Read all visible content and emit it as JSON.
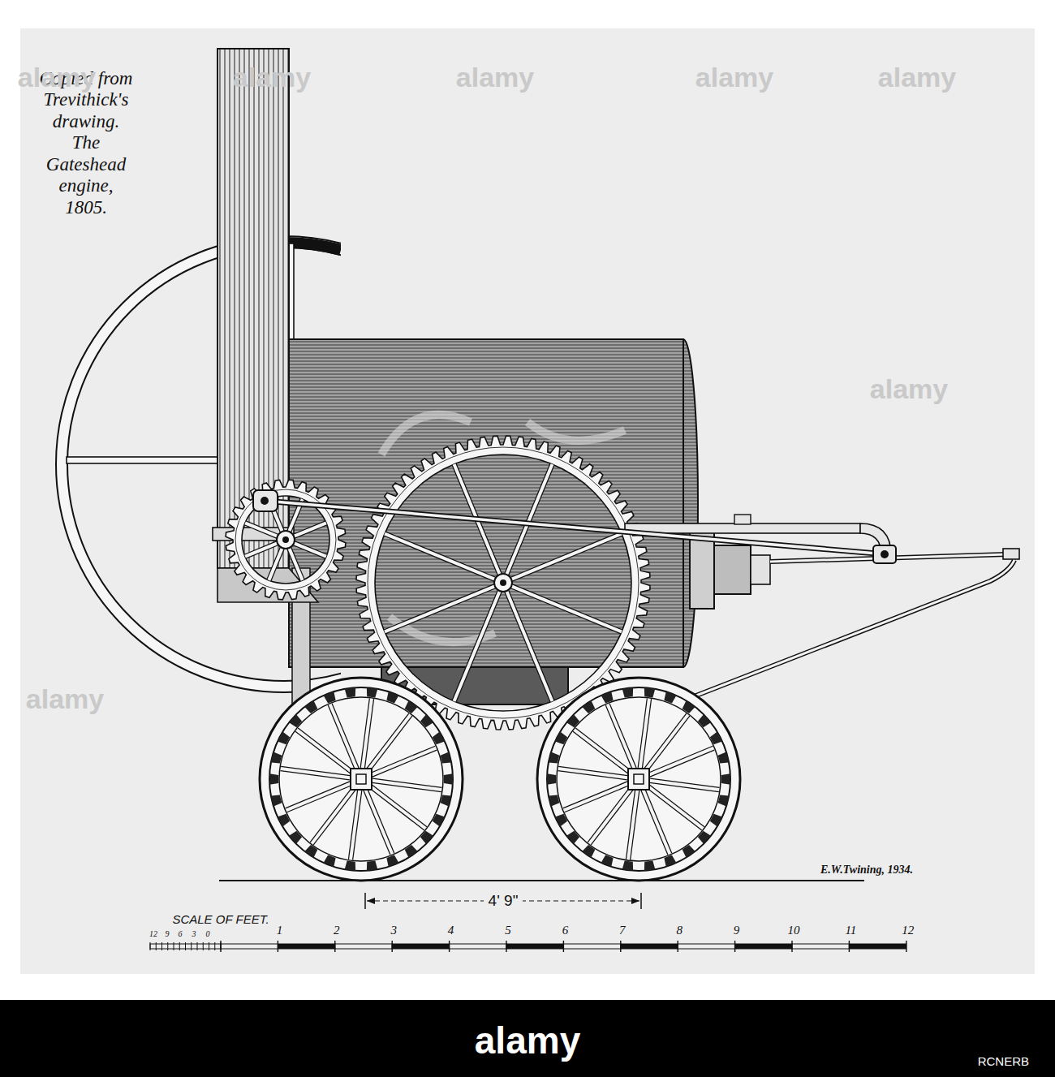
{
  "diagram": {
    "title": "Copied from Trevithick's drawing. The Gateshead engine, 1805.",
    "labels": [
      "4' 9\"",
      "E.W.Twining, 1934.",
      "SCALE OF FEET.",
      "12",
      "9",
      "6",
      "3",
      "0",
      "1",
      "2",
      "3",
      "4",
      "5",
      "6",
      "7",
      "8",
      "9",
      "10",
      "11",
      "12",
      "alamy",
      "alamy",
      "alamy",
      "alamy",
      "alamy",
      "alamy",
      "alamy",
      "alamy",
      "RCNERB"
    ]
  }
}
